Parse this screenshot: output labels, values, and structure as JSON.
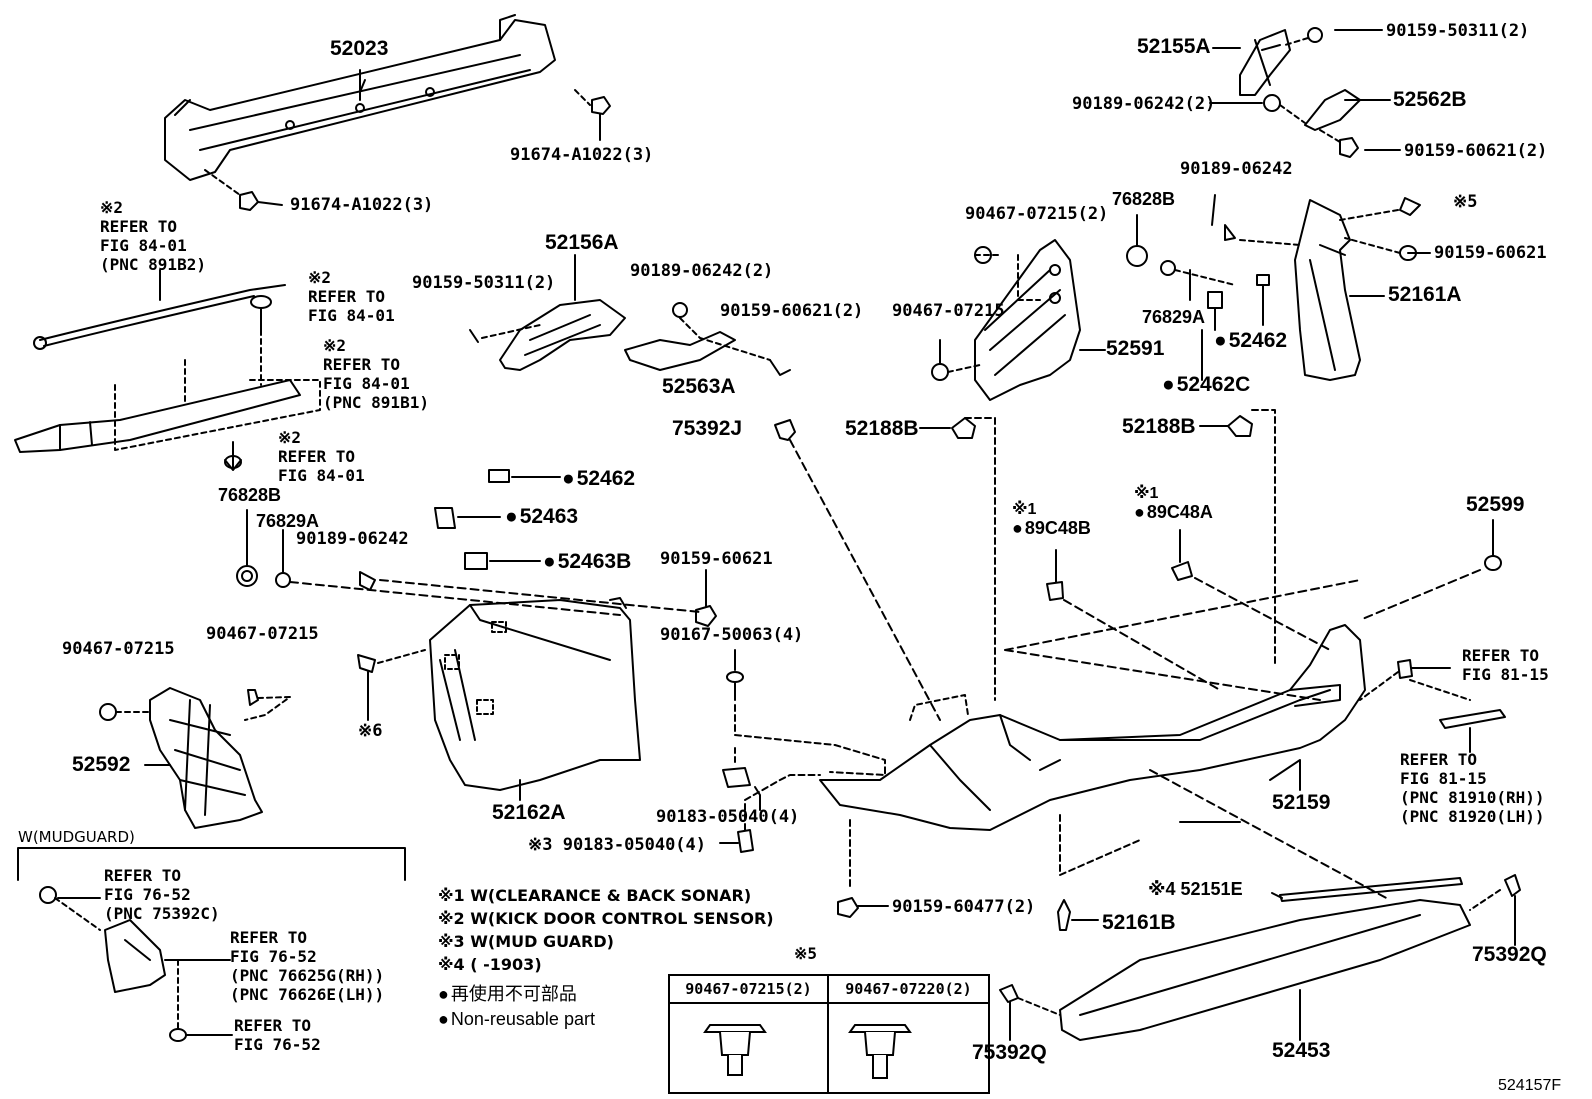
{
  "labels": {
    "p52023": "52023",
    "p91674_top": "91674-A1022(3)",
    "p91674_left": "91674-A1022(3)",
    "ref_fig84_pnc891b2": [
      "※2",
      "REFER TO",
      "FIG 84-01",
      "(PNC 891B2)"
    ],
    "ref_fig84_clip": [
      "※2",
      "REFER TO",
      "FIG 84-01"
    ],
    "ref_fig84_pnc891b1": [
      "※2",
      "REFER TO",
      "FIG 84-01",
      "(PNC 891B1)"
    ],
    "ref_fig84_pin": [
      "※2",
      "REFER TO",
      "FIG 84-01"
    ],
    "p76828B_left": "76828B",
    "p76829A_left": "76829A",
    "p90189_06242_mid": "90189-06242",
    "p90467_left1": "90467-07215",
    "p90467_left2": "90467-07215",
    "p52592": "52592",
    "p52156A": "52156A",
    "p90159_50311_mid": "90159-50311(2)",
    "p90189_06242_2_mid": "90189-06242(2)",
    "p90159_60621_2_mid": "90159-60621(2)",
    "p52563A": "52563A",
    "p75392J": "75392J",
    "p52462_mid": "52462",
    "p52463": "52463",
    "p52463B": "52463B",
    "p90159_60621_mid": "90159-60621",
    "p90167": "90167-50063(4)",
    "asterisk6": "※6",
    "p52162A": "52162A",
    "p90183_a": "90183-05040(4)",
    "p90183_b": "※3 90183-05040(4)",
    "p52188B_left": "52188B",
    "p52188B_right": "52188B",
    "p90467_2_upper": "90467-07215(2)",
    "p90467_upper": "90467-07215",
    "p76828B_right": "76828B",
    "p76829A_right": "76829A",
    "p52591": "52591",
    "p52462_right": "52462",
    "p52462C": "52462C",
    "p90189_06242_right": "90189-06242",
    "asterisk5_right": "※5",
    "p90159_60621_right": "90159-60621",
    "p52161A": "52161A",
    "p52155A": "52155A",
    "p90159_50311_right": "90159-50311(2)",
    "p90189_06242_2_right": "90189-06242(2)",
    "p52562B": "52562B",
    "p90159_60621_2_right": "90159-60621(2)",
    "p89C48B": [
      "※1",
      "89C48B"
    ],
    "p89C48A": [
      "※1",
      "89C48A"
    ],
    "p52599": "52599",
    "ref_fig81_clip": [
      "REFER TO",
      "FIG 81-15"
    ],
    "ref_fig81_pnc": [
      "REFER TO",
      "FIG 81-15",
      "(PNC 81910(RH))",
      "(PNC 81920(LH))"
    ],
    "p52159": "52159",
    "p90159_60477": "90159-60477(2)",
    "p52161B": "52161B",
    "p52151E": "※4 52151E",
    "p75392Q_right": "75392Q",
    "p75392Q_left": "75392Q",
    "p52453": "52453",
    "figure_code": "524157F"
  },
  "mudguard": {
    "title": "W(MUDGUARD)",
    "ref_top": [
      "REFER TO",
      "FIG 76-52",
      "(PNC 75392C)"
    ],
    "ref_mid": [
      "REFER TO",
      "FIG 76-52",
      "(PNC 76625G(RH))",
      "(PNC 76626E(LH))"
    ],
    "ref_bottom": [
      "REFER TO",
      "FIG 76-52"
    ]
  },
  "notes": [
    "※1 W(CLEARANCE & BACK SONAR)",
    "※2 W(KICK DOOR CONTROL SENSOR)",
    "※3 W(MUD GUARD)",
    "※4 (      -1903)"
  ],
  "legend": {
    "non_reusable_jp": "再使用不可部品",
    "non_reusable_en": "Non-reusable part"
  },
  "fastener_table": {
    "title": "※5",
    "columns": [
      "90467-07215(2)",
      "90467-07220(2)"
    ]
  }
}
